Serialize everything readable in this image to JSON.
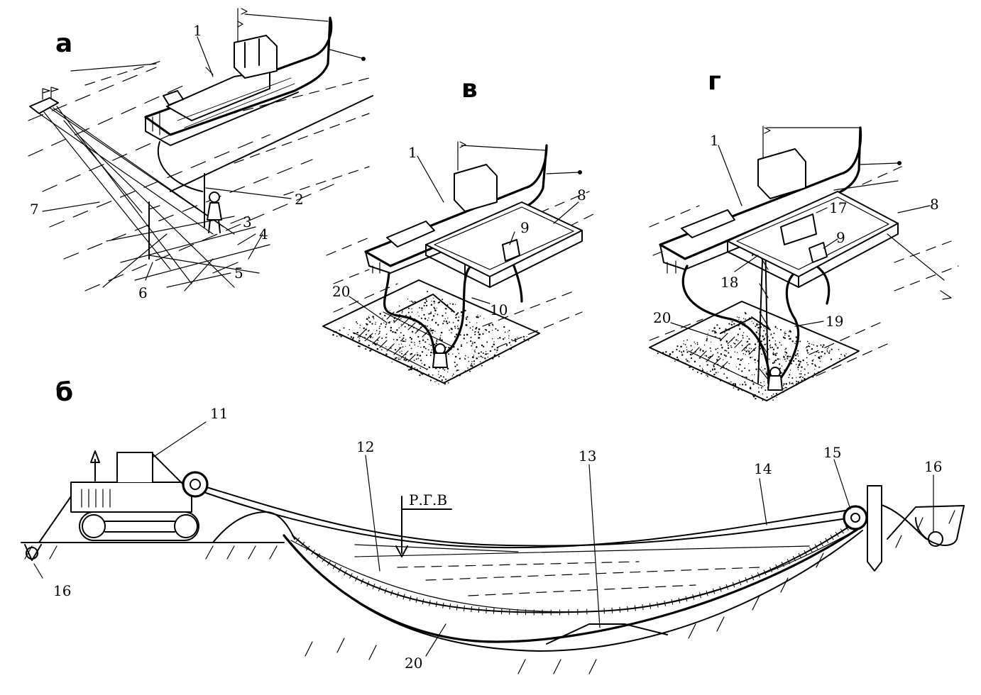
{
  "panels": {
    "a": "а",
    "b": "б",
    "v": "в",
    "g": "г"
  },
  "callouts": {
    "a": [
      "1",
      "2",
      "3",
      "4",
      "5",
      "6",
      "7"
    ],
    "v": [
      "1",
      "8",
      "9",
      "10",
      "20"
    ],
    "g": [
      "1",
      "17",
      "8",
      "9",
      "18",
      "20",
      "19"
    ],
    "b": [
      "11",
      "12",
      "13",
      "14",
      "15",
      "16",
      "16",
      "20"
    ]
  },
  "water_level_label": "Р.Г.В"
}
